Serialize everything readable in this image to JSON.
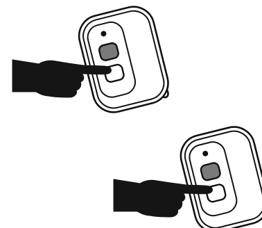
{
  "figure": {
    "panels": [
      {
        "id": "top",
        "remote": {
          "buttons": [
            {
              "role": "lock-button",
              "state": "shaded"
            },
            {
              "role": "unlock-button",
              "state": "pressed-by-finger"
            }
          ]
        },
        "hand": "pointing-hand-icon"
      },
      {
        "id": "bottom",
        "remote": {
          "buttons": [
            {
              "role": "lock-button",
              "state": "shaded"
            },
            {
              "role": "unlock-button",
              "state": "pressed-by-finger"
            }
          ]
        },
        "hand": "pointing-hand-icon"
      }
    ],
    "colors": {
      "ink": "#111111",
      "shade": "#7a7a7a",
      "background": "#ffffff"
    }
  }
}
